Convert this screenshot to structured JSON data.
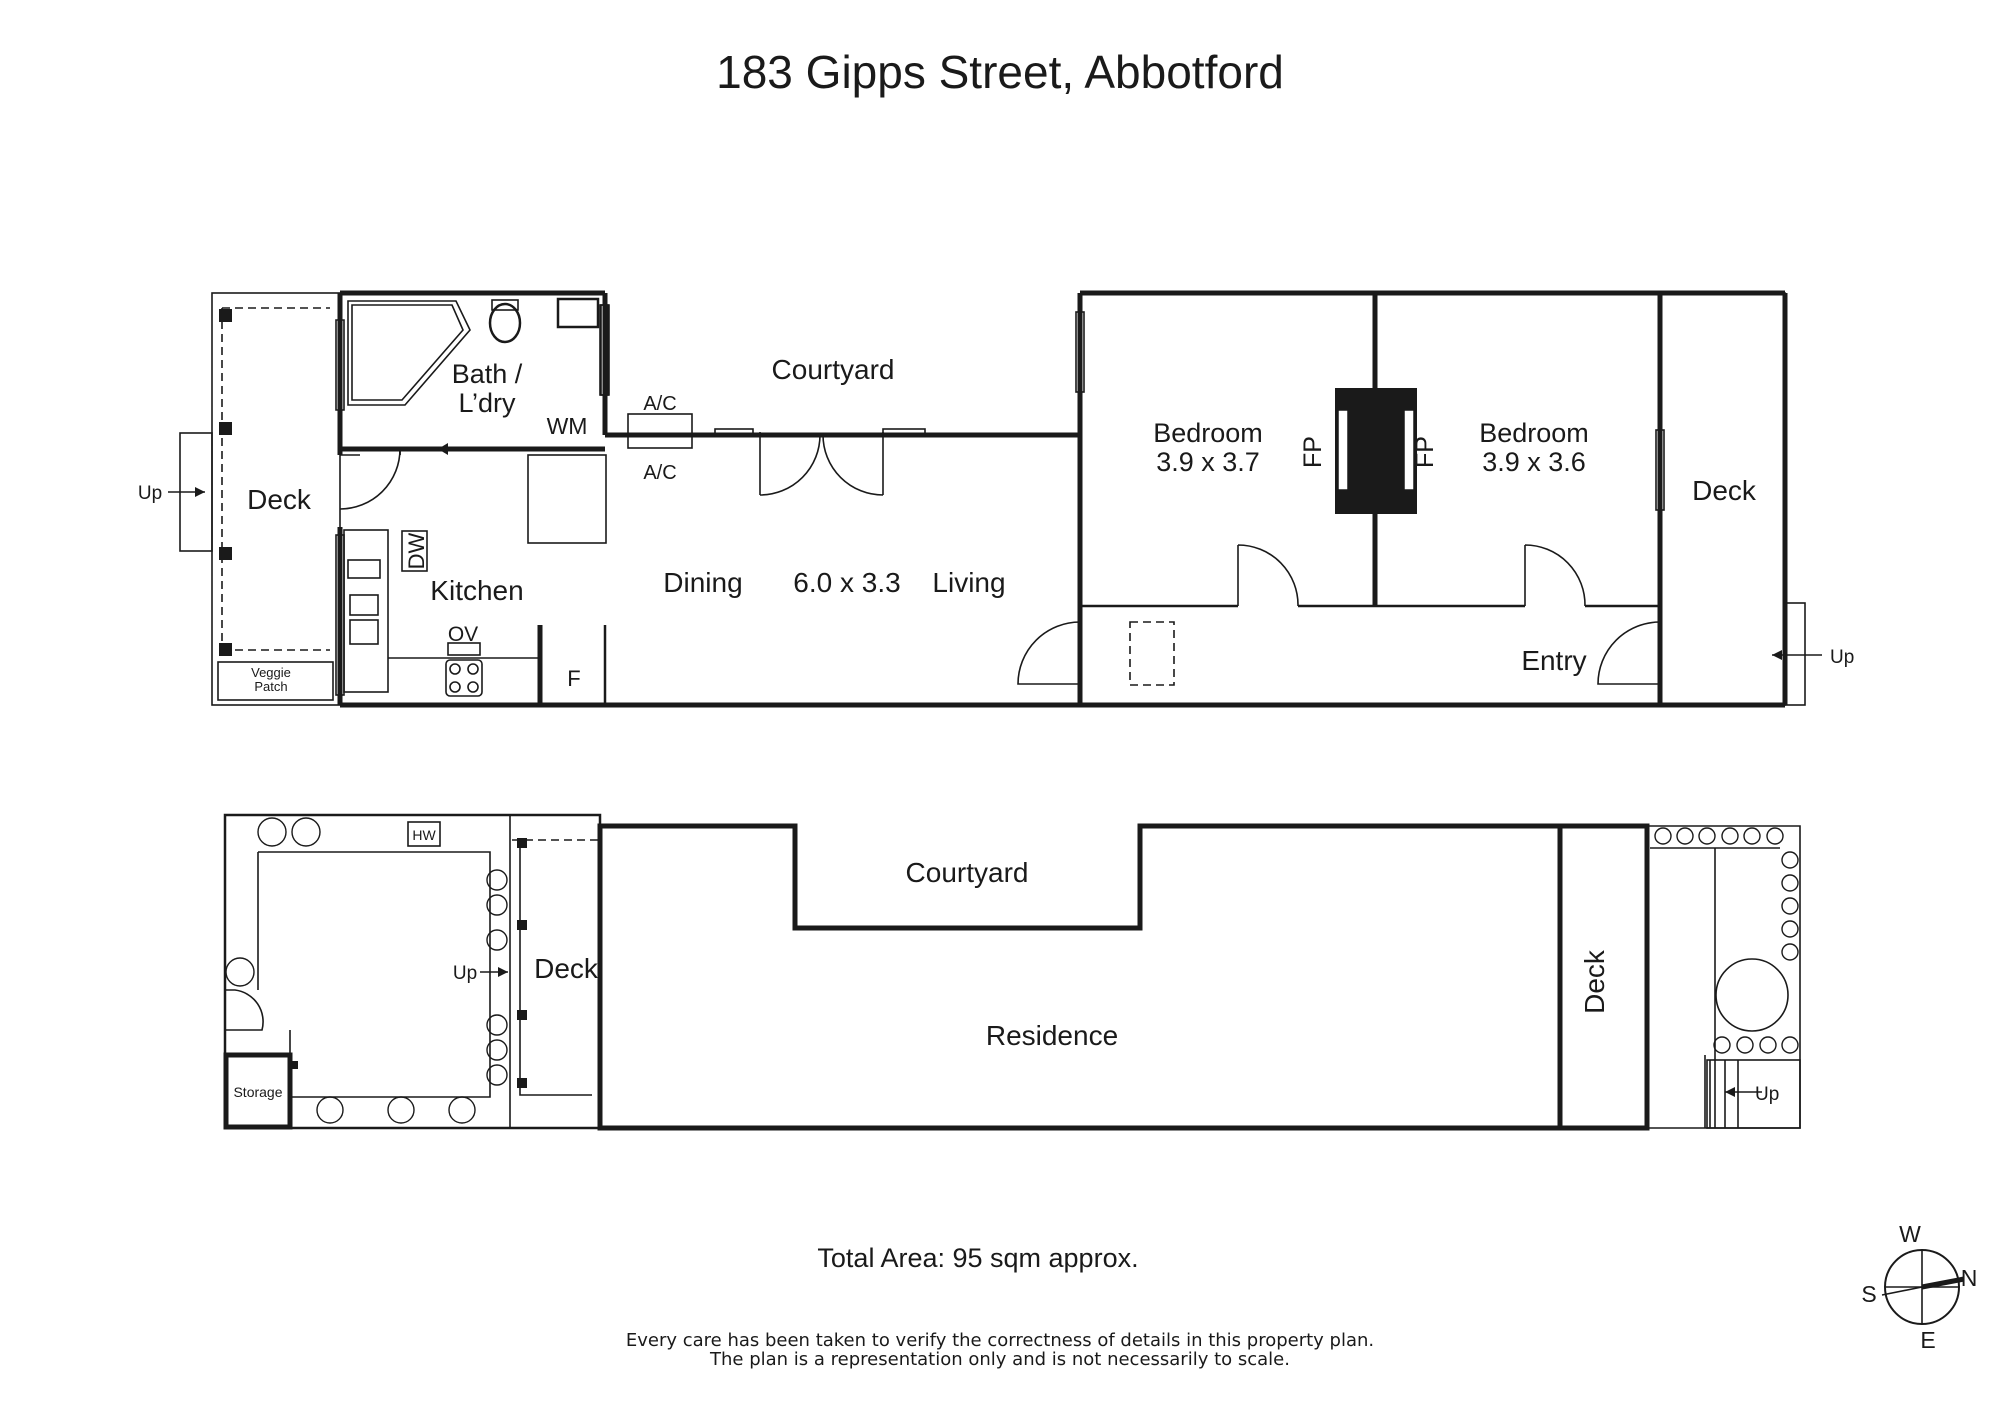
{
  "title": "183 Gipps Street, Abbotford",
  "ground_floor": {
    "rooms": {
      "bath_laundry": [
        "Bath /",
        "L’dry"
      ],
      "wm": "WM",
      "courtyard": "Courtyard",
      "ac_top": "A/C",
      "ac_bottom": "A/C",
      "deck_rear": "Deck",
      "up_rear": "Up",
      "dw": "DW",
      "kitchen": "Kitchen",
      "ov": "OV",
      "f": "F",
      "veggie_patch": [
        "Veggie",
        "Patch"
      ],
      "dining": "Dining",
      "dining_living_size": "6.0 x 3.3",
      "living": "Living",
      "bedroom1_name": "Bedroom",
      "bedroom1_size": "3.9 x 3.7",
      "fp_left": "FP",
      "fp_right": "FP",
      "bedroom2_name": "Bedroom",
      "bedroom2_size": "3.9 x 3.6",
      "deck_front": "Deck",
      "entry": "Entry",
      "up_front": "Up"
    }
  },
  "site_plan": {
    "hw": "HW",
    "up_left": "Up",
    "deck_left": "Deck",
    "storage": "Storage",
    "courtyard": "Courtyard",
    "residence": "Residence",
    "deck_right": "Deck",
    "up_right": "Up"
  },
  "total_area": "Total Area: 95 sqm approx.",
  "compass": {
    "w": "W",
    "n": "N",
    "s": "S",
    "e": "E"
  },
  "disclaimer": [
    "Every care has been taken to verify the correctness of details in this property plan.",
    "The plan is a representation only and is not necessarily to scale."
  ]
}
